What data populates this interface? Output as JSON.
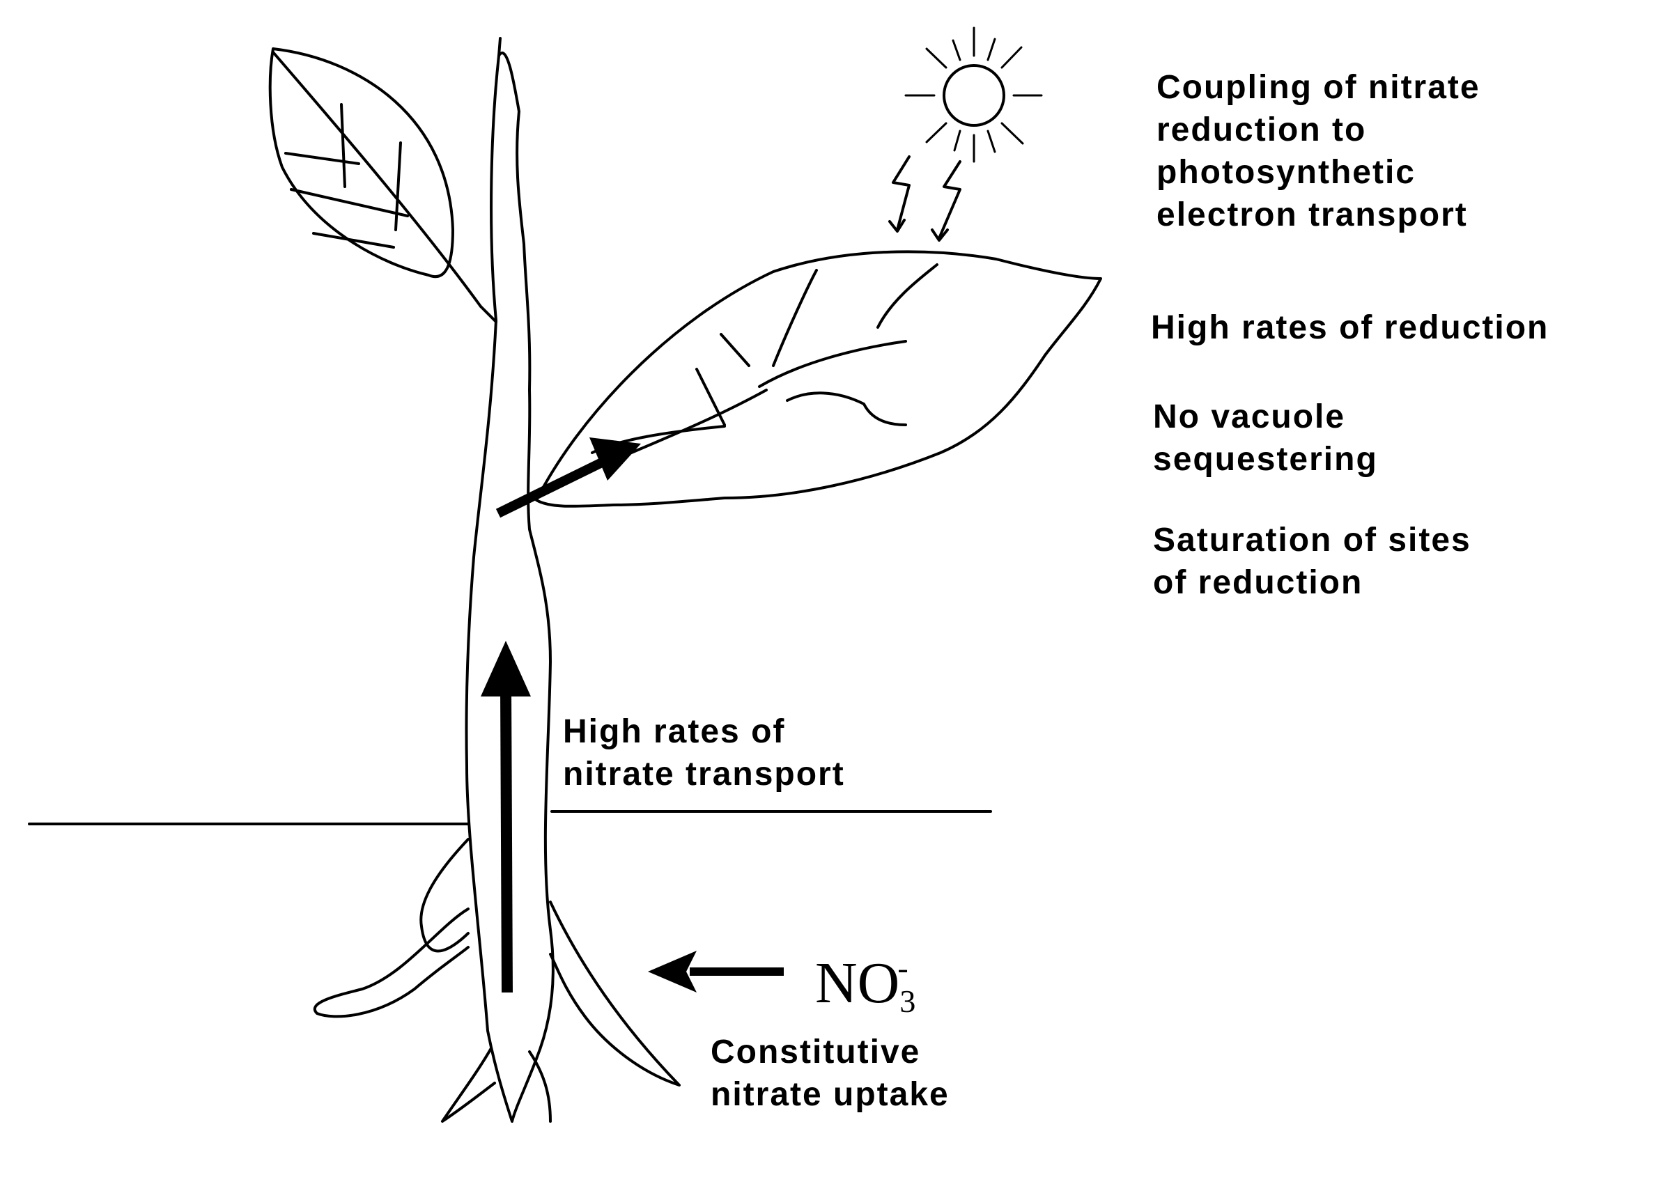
{
  "labels": {
    "coupling": [
      "Coupling of nitrate",
      "reduction to",
      "photosynthetic",
      "electron transport"
    ],
    "high_reduction": [
      "High rates of reduction"
    ],
    "no_vacuole": [
      "No vacuole",
      "sequestering"
    ],
    "saturation": [
      "Saturation of sites",
      "of reduction"
    ],
    "high_transport": [
      "High rates of",
      "nitrate transport"
    ],
    "constitutive": [
      "Constitutive",
      "nitrate uptake"
    ]
  },
  "formula": {
    "base": "NO",
    "subscript": "3",
    "superscript": "-"
  },
  "colors": {
    "ink": "#000000",
    "background": "#ffffff"
  }
}
